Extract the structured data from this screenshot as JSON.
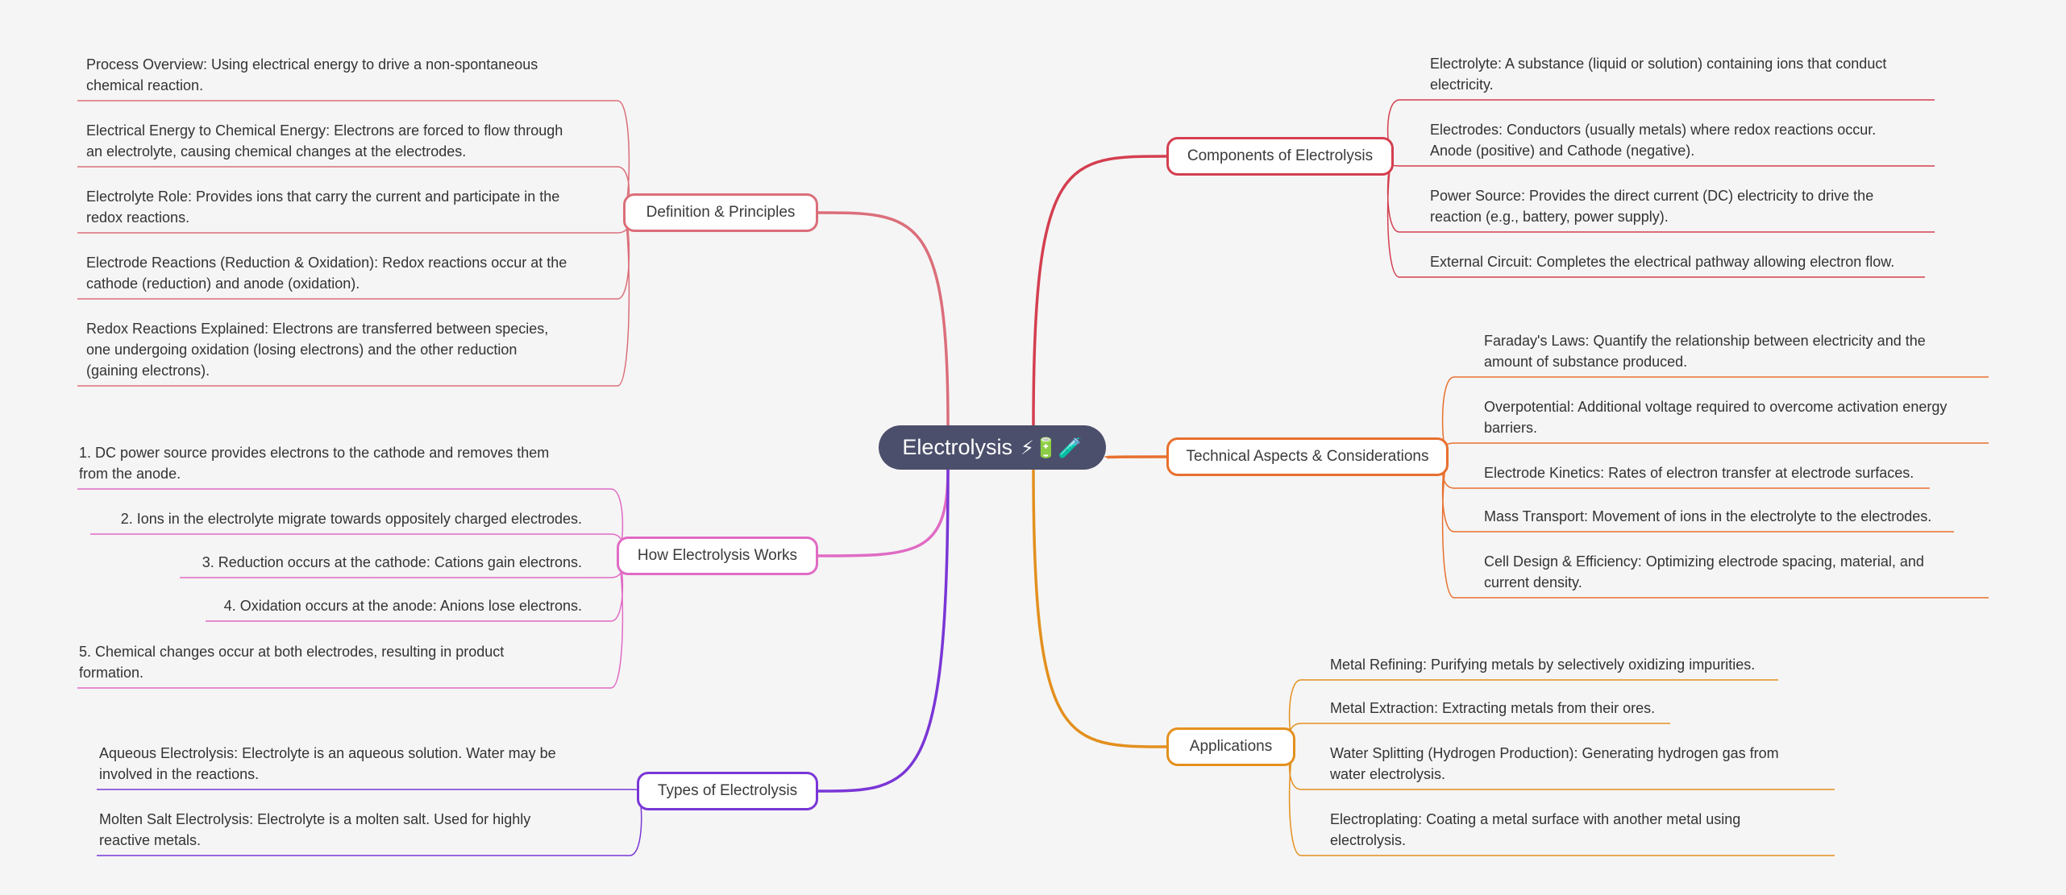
{
  "root": {
    "label": "Electrolysis",
    "emoji": "⚡🔋🧪"
  },
  "colors": {
    "definition": "#db6e7a",
    "how": "#e06bc4",
    "types": "#7a36d6",
    "components": "#d43f50",
    "technical": "#e8702e",
    "applications": "#e3901e",
    "root_bg": "#4b4f6b"
  },
  "branches": {
    "definition": {
      "label": "Definition & Principles",
      "leaves": [
        [
          "Process Overview: Using electrical energy to drive a non-spontaneous",
          "chemical reaction."
        ],
        [
          "Electrical Energy to Chemical Energy:  Electrons are forced to flow through",
          "an electrolyte, causing chemical changes at the electrodes."
        ],
        [
          "Electrolyte Role:  Provides ions that carry the current and participate in the",
          "redox reactions."
        ],
        [
          "Electrode Reactions (Reduction & Oxidation): Redox reactions occur at the",
          "cathode (reduction) and anode (oxidation)."
        ],
        [
          "Redox Reactions Explained: Electrons are transferred between species,",
          "one undergoing oxidation (losing electrons) and the other reduction",
          "(gaining electrons)."
        ]
      ]
    },
    "how": {
      "label": "How Electrolysis Works",
      "leaves": [
        [
          "1.  DC power source provides electrons to the cathode and removes them",
          "from the anode."
        ],
        [
          "2.  Ions in the electrolyte migrate towards oppositely charged electrodes."
        ],
        [
          "3.  Reduction occurs at the cathode:  Cations gain electrons."
        ],
        [
          "4.  Oxidation occurs at the anode: Anions lose electrons."
        ],
        [
          "5.  Chemical changes occur at both electrodes, resulting in product",
          "formation."
        ]
      ]
    },
    "types": {
      "label": "Types of Electrolysis",
      "leaves": [
        [
          "Aqueous Electrolysis: Electrolyte is an aqueous solution. Water may be",
          "involved in the reactions."
        ],
        [
          "Molten Salt Electrolysis: Electrolyte is a molten salt. Used for highly",
          "reactive metals."
        ]
      ]
    },
    "components": {
      "label": "Components of Electrolysis",
      "leaves": [
        [
          "Electrolyte: A substance (liquid or solution) containing ions that conduct",
          "electricity."
        ],
        [
          "Electrodes: Conductors (usually metals) where redox reactions occur.",
          "Anode (positive) and Cathode (negative)."
        ],
        [
          "Power Source:  Provides the direct current (DC) electricity to drive the",
          "reaction (e.g., battery, power supply)."
        ],
        [
          "External Circuit: Completes the electrical pathway allowing electron flow."
        ]
      ]
    },
    "technical": {
      "label": "Technical Aspects & Considerations",
      "leaves": [
        [
          "Faraday's Laws: Quantify the relationship between electricity and the",
          "amount of substance produced."
        ],
        [
          "Overpotential: Additional voltage required to overcome activation energy",
          "barriers."
        ],
        [
          "Electrode Kinetics: Rates of electron transfer at electrode surfaces."
        ],
        [
          "Mass Transport: Movement of ions in the electrolyte to the electrodes."
        ],
        [
          "Cell Design & Efficiency:  Optimizing electrode spacing, material, and",
          "current density."
        ]
      ]
    },
    "applications": {
      "label": "Applications",
      "leaves": [
        [
          "Metal Refining: Purifying metals by selectively oxidizing impurities."
        ],
        [
          "Metal Extraction: Extracting metals from their ores."
        ],
        [
          "Water Splitting (Hydrogen Production): Generating hydrogen gas from",
          "water electrolysis."
        ],
        [
          "Electroplating: Coating a metal surface with another metal using",
          "electrolysis."
        ]
      ]
    }
  }
}
